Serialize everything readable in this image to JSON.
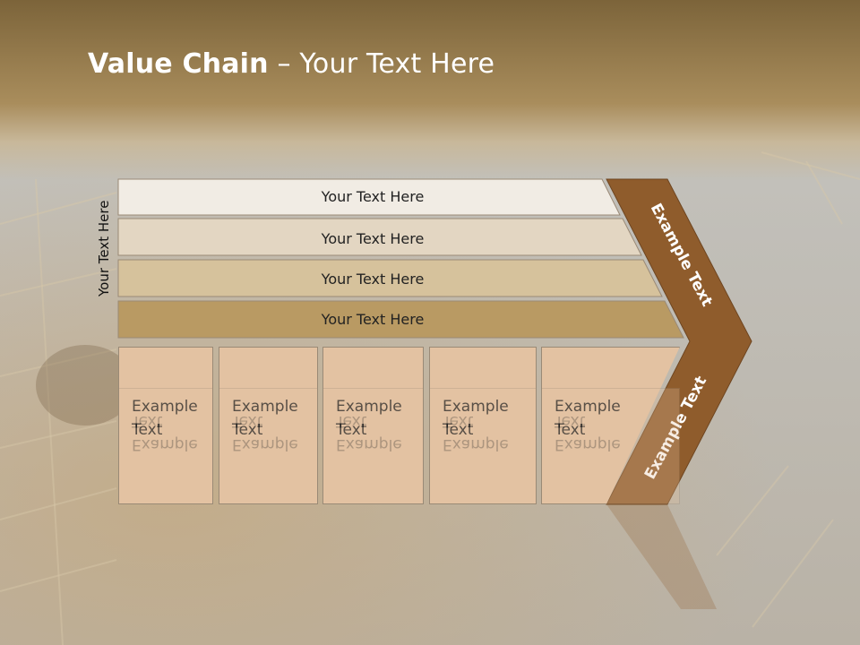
{
  "title": {
    "bold": "Value Chain",
    "rest": " – Your Text Here"
  },
  "side_label": "Your Text Here",
  "rows": [
    {
      "label": "Your Text Here",
      "fill": "#f1ece4"
    },
    {
      "label": "Your Text Here",
      "fill": "#e3d6c2"
    },
    {
      "label": "Your Text Here",
      "fill": "#d6c29c"
    },
    {
      "label": "Your Text Here",
      "fill": "#b99a63"
    }
  ],
  "columns": [
    {
      "label": "Example\nText"
    },
    {
      "label": "Example\nText"
    },
    {
      "label": "Example\nText"
    },
    {
      "label": "Example\nText"
    },
    {
      "label": "Example\nText"
    }
  ],
  "chevron": {
    "upper_label": "Example Text",
    "lower_label": "Example Text",
    "fill": "#8f5c2c"
  },
  "colors": {
    "box_fill": "#e3c2a2",
    "box_border": "#9a8a76",
    "header_band": "#8e7140"
  }
}
